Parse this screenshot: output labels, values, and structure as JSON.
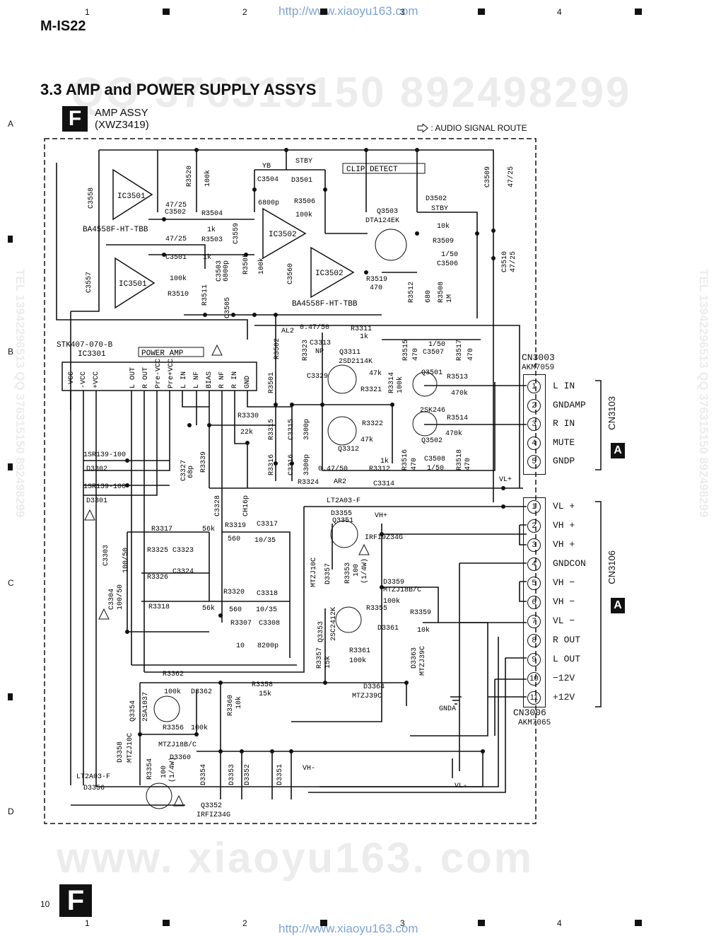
{
  "header": {
    "model": "M-IS22",
    "watermark_url": "http://www.xiaoyu163.com",
    "grid_columns": [
      "1",
      "2",
      "3",
      "4"
    ],
    "grid_rows": [
      "A",
      "B",
      "C",
      "D"
    ]
  },
  "section": {
    "title": "3.3 AMP and POWER SUPPLY ASSYS",
    "badge": "F",
    "assy_name": "AMP ASSY",
    "assy_code": "(XWZ3419)",
    "legend": ": AUDIO SIGNAL ROUTE"
  },
  "background_watermarks": {
    "top": "QQ 376315150  892498299",
    "bottom": "www. xiaoyu163. com",
    "side_left": "TEL 13942296513  QQ 376315150  892498299",
    "side_right": "TEL 13942296513  QQ 376315150  892498299"
  },
  "schematic": {
    "blocks": {
      "clip_detect": "CLIP DETECT",
      "power_amp": "POWER AMP",
      "ic3301_part": "STK407-070-B",
      "ic3301_ref": "IC3301",
      "ic3301_pins": [
        "-VCC",
        "-VCC",
        "+VCC",
        "L OUT",
        "R OUT",
        "Pre-VCC",
        "Pre+VCC",
        "L IN",
        "L NF",
        "BIAS",
        "R NF",
        "R IN",
        "GND"
      ],
      "op_amp_part": "BA4558F-HT-TBB",
      "ic_labels": [
        "IC3501",
        "IC3501",
        "IC3502",
        "IC3502"
      ]
    },
    "components": [
      "R3520",
      "100k",
      "C3509",
      "47/25",
      "C3510",
      "47/25",
      "STBY",
      "D3501",
      "YB",
      "C3504",
      "6800p",
      "R3506",
      "100k",
      "Q3503",
      "DTA124EK",
      "D3502",
      "STBY",
      "R3509",
      "10k",
      "C3506",
      "1/50",
      "R3512",
      "680",
      "R3508",
      "1M",
      "R3519",
      "470",
      "C3558",
      "C3502",
      "47/25",
      "R3504",
      "1k",
      "R3503",
      "1k",
      "C3501",
      "47/25",
      "C3503",
      "6800p",
      "C3559",
      "R3505",
      "100k",
      "C3557",
      "R3510",
      "100k",
      "R3511",
      "C3505",
      "C3560",
      "AL2",
      "0.47/50",
      "R3311",
      "1k",
      "C3313",
      "NP",
      "Q3311",
      "2SD2114K",
      "R3321",
      "47k",
      "R3323",
      "R3501",
      "R3502",
      "C3329",
      "R3515",
      "470",
      "C3507",
      "1/50",
      "R3517",
      "470",
      "Q3501",
      "2SK246",
      "R3513",
      "470k",
      "R3314",
      "100k",
      "Q3502",
      "R3514",
      "470k",
      "R3322",
      "47k",
      "Q3312",
      "R3516",
      "470",
      "C3508",
      "1/50",
      "R3518",
      "470",
      "R3312",
      "1k",
      "C3314",
      "0.47/50",
      "AR2",
      "R3324",
      "R3330",
      "22k",
      "R3315",
      "R3316",
      "C3315",
      "3300p",
      "C3316",
      "3300p",
      "C3327",
      "R3339",
      "C3328",
      "68p",
      "CH16p",
      "1SR139-100",
      "D3302",
      "1SR139-100",
      "D3301",
      "R3317",
      "56k",
      "R3319",
      "560",
      "C3317",
      "10/35",
      "R3325",
      "C3323",
      "C3303",
      "100/50",
      "C3304",
      "100/50",
      "R3326",
      "C3324",
      "R3320",
      "560",
      "C3318",
      "10/35",
      "R3318",
      "56k",
      "R3307",
      "10",
      "C3308",
      "8200p",
      "LT2A03-F",
      "D3355",
      "Q3351",
      "IRFI9Z34G",
      "VH+",
      "MTZJ10C",
      "D3357",
      "R3353",
      "100",
      "(1/4W)",
      "D3359",
      "MTZJ18B/C",
      "R3355",
      "100k",
      "R3359",
      "10k",
      "Q3353",
      "2SC2412K",
      "D3361",
      "R3357",
      "15k",
      "R3361",
      "100k",
      "D3363",
      "MTZJ39C",
      "R3362",
      "100k",
      "Q3354",
      "2SA1037",
      "D3362",
      "R3360",
      "10k",
      "R3358",
      "15k",
      "D3364",
      "MTZJ39C",
      "GNDA",
      "R3356",
      "100k",
      "D3360",
      "MTZJ18B/C",
      "D3358",
      "MTZJ10C",
      "R3354",
      "100",
      "(1/4W)",
      "LT2A03-F",
      "D3356",
      "Q3352",
      "IRFIZ34G",
      "D3354",
      "D3353",
      "D3352",
      "D3351",
      "VH-",
      "VL-",
      "VL+"
    ],
    "connectors": [
      {
        "ref": "CN3003",
        "part": "AKM7059",
        "mate": "CN3103",
        "mate_badge": "A",
        "pins": [
          {
            "num": "1",
            "name": "L IN"
          },
          {
            "num": "2",
            "name": "GNDAMP"
          },
          {
            "num": "3",
            "name": "R IN"
          },
          {
            "num": "4",
            "name": "MUTE"
          },
          {
            "num": "5",
            "name": "GNDP"
          }
        ]
      },
      {
        "ref": "CN3006",
        "part": "AKM7065",
        "mate": "CN3106",
        "mate_badge": "A",
        "pins": [
          {
            "num": "1",
            "name": "VL +"
          },
          {
            "num": "2",
            "name": "VH +"
          },
          {
            "num": "3",
            "name": "VH +"
          },
          {
            "num": "4",
            "name": "GNDCON"
          },
          {
            "num": "5",
            "name": "VH −"
          },
          {
            "num": "6",
            "name": "VH −"
          },
          {
            "num": "7",
            "name": "VL −"
          },
          {
            "num": "8",
            "name": "R OUT"
          },
          {
            "num": "9",
            "name": "L OUT"
          },
          {
            "num": "10",
            "name": "−12V"
          },
          {
            "num": "11",
            "name": "+12V"
          }
        ]
      }
    ]
  },
  "footer": {
    "page_number": "10",
    "badge": "F"
  }
}
